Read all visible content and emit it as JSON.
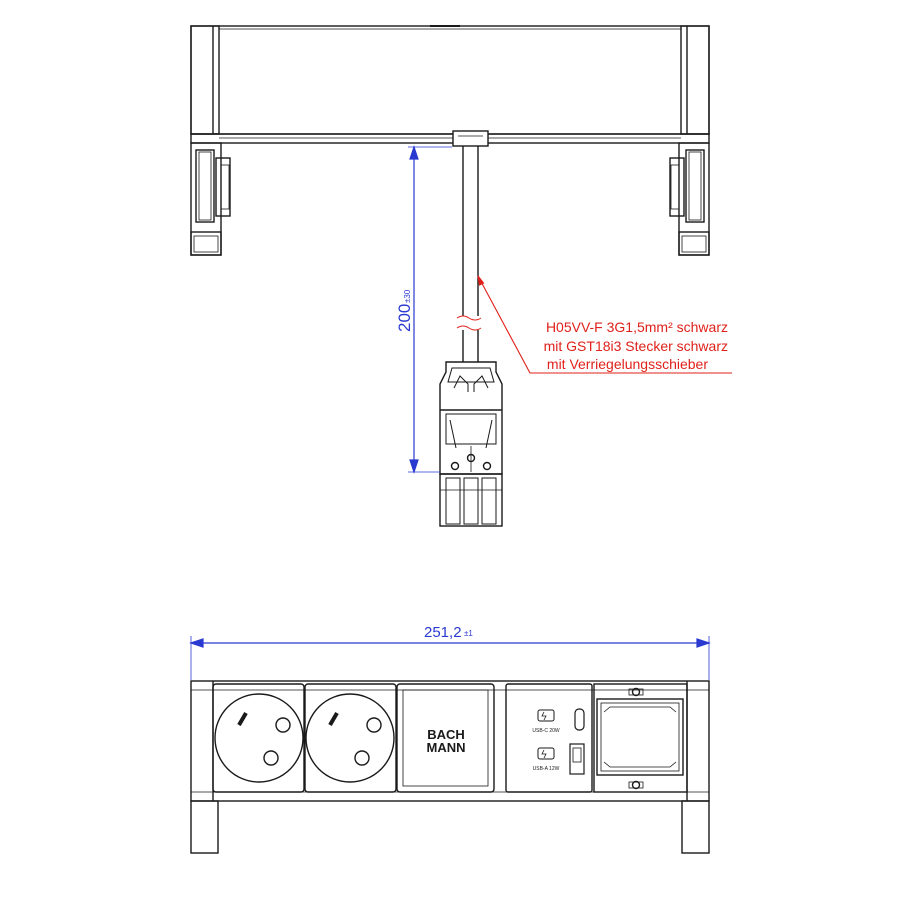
{
  "dimensions": {
    "cable_length": {
      "value": "200",
      "tolerance": "±30"
    },
    "total_width": {
      "value": "251,2",
      "tolerance": "±1"
    }
  },
  "annotation": {
    "lines": [
      "H05VV-F 3G1,5mm² schwarz",
      "mit GST18i3 Stecker schwarz",
      "mit Verriegelungsschieber"
    ]
  },
  "logo": {
    "line1": "BACH",
    "line2": "MANN"
  },
  "usb_labels": {
    "usb_c": "USB-C 20W",
    "usb_a": "USB-A 12W"
  },
  "colors": {
    "outline": "#1a1a1a",
    "dimension": "#2a3ad0",
    "annotation": "#e0211b"
  }
}
